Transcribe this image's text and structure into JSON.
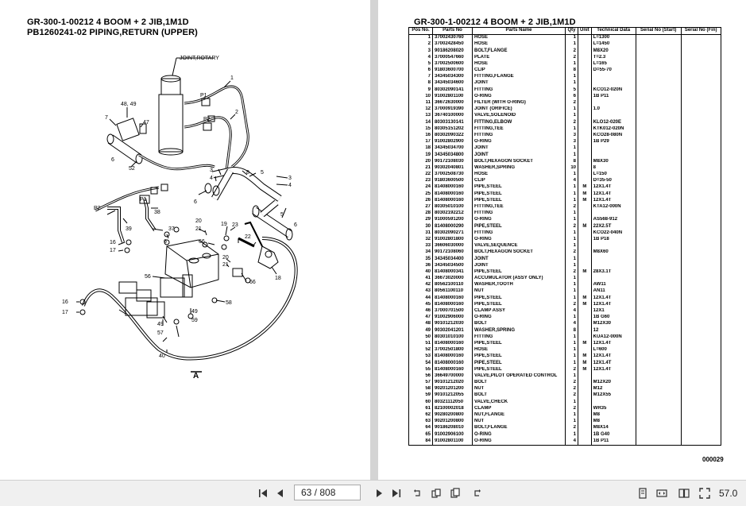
{
  "left_page": {
    "title_line_1": "GR-300-1-00212 4 BOOM + 2 JIB,1M1D",
    "title_line_2": "PB1260241-02 PIPING,RETURN (UPPER)",
    "diagram_labels": {
      "joint_rotary": "JOINT,ROTARY",
      "p1": "P1",
      "p2": "P2",
      "n1": "1",
      "n2": "2",
      "n3": "3",
      "n4": "4",
      "n5": "5",
      "n6": "6",
      "n7": "7",
      "n8": "8",
      "n16": "16",
      "n17": "17",
      "n18": "18",
      "n19": "19",
      "n20": "20",
      "n21": "21",
      "n22": "22",
      "n23": "23",
      "n37": "37",
      "n38": "38",
      "n39": "39",
      "n40": "40",
      "n47": "47",
      "n48_49": "48, 49",
      "n49": "49",
      "n52": "52",
      "n56": "56",
      "n57": "57",
      "n58": "58",
      "n59": "59",
      "n66": "66",
      "section_a": "A"
    }
  },
  "right_page": {
    "title": "GR-300-1-00212 4 BOOM + 2 JIB,1M1D",
    "headers": [
      "Pos No.",
      "Parts No",
      "Parts Name",
      "Qty",
      "Unit",
      "Technical Data",
      "Serial No (Start)",
      "Serial No (Fin)"
    ],
    "rows": [
      [
        "1",
        "37002430760",
        "HOSE",
        "1",
        "",
        "L=1300"
      ],
      [
        "2",
        "37002428450",
        "HOSE",
        "1",
        "",
        "L=1450"
      ],
      [
        "3",
        "90186208020",
        "BOLT,FLANGE",
        "2",
        "",
        "M8X20"
      ],
      [
        "4",
        "37000547660",
        "PLATE",
        "2",
        "",
        "T=2.3"
      ],
      [
        "5",
        "37002500600",
        "HOSE",
        "1",
        "",
        "L=165"
      ],
      [
        "6",
        "91803600700",
        "CLIP",
        "8",
        "",
        "D=55-70"
      ],
      [
        "7",
        "34345034300",
        "FITTING,FLANGE",
        "1",
        "",
        ""
      ],
      [
        "8",
        "34345034600",
        "JOINT",
        "1",
        "",
        ""
      ],
      [
        "9",
        "80302090141",
        "FITTING",
        "5",
        "",
        "KCO12-020N"
      ],
      [
        "10",
        "91002801100",
        "O-RING",
        "6",
        "",
        "1B P11"
      ],
      [
        "11",
        "36672630000",
        "FILTER (WITH O-RING)",
        "2",
        "",
        ""
      ],
      [
        "12",
        "37000919390",
        "JOINT (ORIFICE)",
        "1",
        "",
        "1.0"
      ],
      [
        "13",
        "36740100000",
        "VALVE,SOLENOID",
        "1",
        "",
        ""
      ],
      [
        "14",
        "80303130141",
        "FITTING,ELBOW",
        "2",
        "",
        "KLO12-020E"
      ],
      [
        "15",
        "80305151202",
        "FITTING,TEE",
        "1",
        "",
        "KTK012-020N"
      ],
      [
        "16",
        "80302090322",
        "FITTING",
        "3",
        "",
        "KCO28-080N"
      ],
      [
        "17",
        "91002802900",
        "O-RING",
        "3",
        "",
        "1B P29"
      ],
      [
        "18",
        "34345034700",
        "JOINT",
        "1",
        "",
        ""
      ],
      [
        "19",
        "34345034800",
        "JOINT",
        "1",
        "",
        ""
      ],
      [
        "20",
        "90172108030",
        "BOLT,HEXAGON SOCKET",
        "8",
        "",
        "M8X30"
      ],
      [
        "21",
        "90302040801",
        "WASHER,SPRING",
        "10",
        "",
        "8"
      ],
      [
        "22",
        "37002508730",
        "HOSE",
        "1",
        "",
        "L=150"
      ],
      [
        "23",
        "91803600500",
        "CLIP",
        "4",
        "",
        "D=35-50"
      ],
      [
        "24",
        "81408000160",
        "PIPE,STEEL",
        "1",
        "M",
        "12X1.4T"
      ],
      [
        "25",
        "81408000160",
        "PIPE,STEEL",
        "1",
        "M",
        "12X1.4T"
      ],
      [
        "26",
        "81408000160",
        "PIPE,STEEL",
        "1",
        "M",
        "12X1.4T"
      ],
      [
        "27",
        "80305010100",
        "FITTING,TEE",
        "2",
        "",
        "KTA12-000N"
      ],
      [
        "28",
        "80302192212",
        "FITTING",
        "1",
        "",
        ""
      ],
      [
        "29",
        "91000591200",
        "O-RING",
        "1",
        "",
        "AS568-912"
      ],
      [
        "30",
        "81408000290",
        "PIPE,STEEL",
        "2",
        "M",
        "22X2.5T"
      ],
      [
        "31",
        "80302090271",
        "FITTING",
        "1",
        "",
        "KCO22-040N"
      ],
      [
        "32",
        "91002801800",
        "O-RING",
        "1",
        "",
        "1B P18"
      ],
      [
        "33",
        "36606030000",
        "VALVE,SEQUENCE",
        "1",
        "",
        ""
      ],
      [
        "34",
        "90172108060",
        "BOLT,HEXAGON SOCKET",
        "2",
        "",
        "M8X60"
      ],
      [
        "35",
        "34345034400",
        "JOINT",
        "1",
        "",
        ""
      ],
      [
        "36",
        "34345034500",
        "JOINT",
        "1",
        "",
        ""
      ],
      [
        "40",
        "81408000341",
        "PIPE,STEEL",
        "2",
        "M",
        "28X3.1T"
      ],
      [
        "41",
        "36673020000",
        "ACCUMULATOR (ASSY ONLY)",
        "1",
        "",
        ""
      ],
      [
        "42",
        "80562100110",
        "WASHER,TOOTH",
        "1",
        "",
        "AW11"
      ],
      [
        "43",
        "80561100110",
        "NUT",
        "1",
        "",
        "AN11"
      ],
      [
        "44",
        "81408000160",
        "PIPE,STEEL",
        "1",
        "M",
        "12X1.4T"
      ],
      [
        "45",
        "81408000160",
        "PIPE,STEEL",
        "2",
        "M",
        "12X1.4T"
      ],
      [
        "46",
        "37000701500",
        "CLAMP ASSY",
        "4",
        "",
        "12X1"
      ],
      [
        "47",
        "91002906000",
        "O-RING",
        "1",
        "",
        "1B G60"
      ],
      [
        "48",
        "90101212030",
        "BOLT",
        "4",
        "",
        "M12X30"
      ],
      [
        "49",
        "90302041201",
        "WASHER,SPRING",
        "8",
        "",
        "12"
      ],
      [
        "50",
        "80301010100",
        "FITTING",
        "1",
        "",
        "KUA12-000N"
      ],
      [
        "51",
        "81408000160",
        "PIPE,STEEL",
        "1",
        "M",
        "12X1.4T"
      ],
      [
        "52",
        "37002501800",
        "HOSE",
        "1",
        "",
        "L=600"
      ],
      [
        "53",
        "81408000160",
        "PIPE,STEEL",
        "1",
        "M",
        "12X1.4T"
      ],
      [
        "54",
        "81408000160",
        "PIPE,STEEL",
        "1",
        "M",
        "12X1.4T"
      ],
      [
        "55",
        "81408000160",
        "PIPE,STEEL",
        "2",
        "M",
        "12X1.4T"
      ],
      [
        "56",
        "36649700000",
        "VALVE,PILOT OPERATED CONTROL",
        "1",
        "",
        ""
      ],
      [
        "57",
        "90101212020",
        "BOLT",
        "2",
        "",
        "M12X20"
      ],
      [
        "58",
        "90201201200",
        "NUT",
        "2",
        "",
        "M12"
      ],
      [
        "59",
        "90101212055",
        "BOLT",
        "2",
        "",
        "M12X55"
      ],
      [
        "60",
        "80321112050",
        "VALVE,CHECK",
        "1",
        "",
        ""
      ],
      [
        "61",
        "82100002018",
        "CLAMP",
        "2",
        "",
        "WR35"
      ],
      [
        "62",
        "90280200800",
        "NUT,FLANGE",
        "1",
        "",
        "M8"
      ],
      [
        "63",
        "90201200800",
        "NUT",
        "1",
        "",
        "M8"
      ],
      [
        "64",
        "90186208010",
        "BOLT,FLANGE",
        "2",
        "",
        "M8X14"
      ],
      [
        "65",
        "91002906100",
        "O-RING",
        "1",
        "",
        "1B G40"
      ],
      [
        "84",
        "91002801100",
        "O-RING",
        "4",
        "",
        "1B P11"
      ]
    ],
    "page_code": "000029"
  },
  "toolbar": {
    "page_indicator": "63 / 808",
    "zoom_level": "57.0",
    "icons": {
      "first": "first-page-icon",
      "prev": "previous-page-icon",
      "next": "next-page-icon",
      "last": "last-page-icon"
    }
  }
}
